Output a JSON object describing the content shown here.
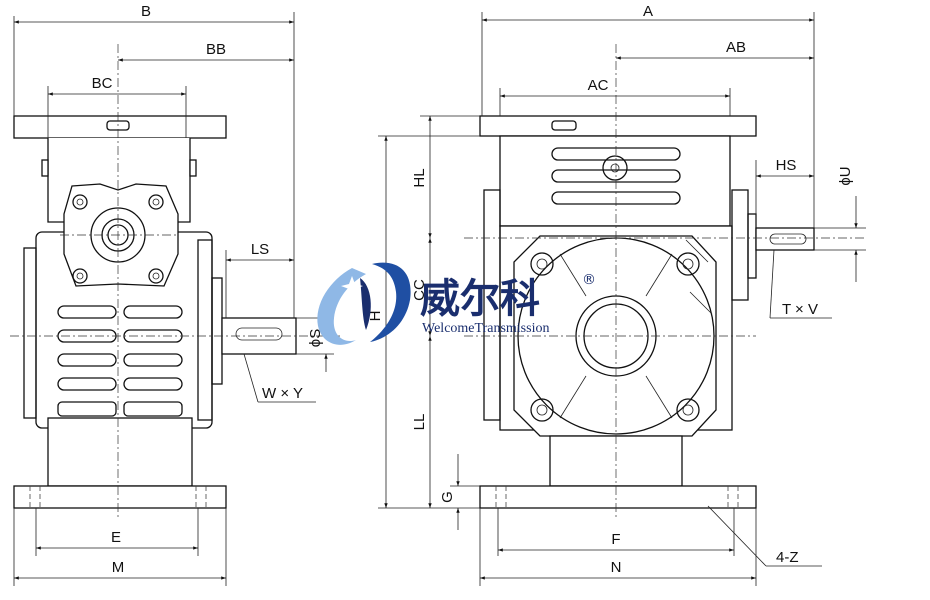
{
  "labels": {
    "B": "B",
    "BB": "BB",
    "BC": "BC",
    "LS": "LS",
    "S": "ϕS",
    "H": "H",
    "WY": "W × Y",
    "E": "E",
    "M": "M",
    "A": "A",
    "AB": "AB",
    "AC": "AC",
    "HL": "HL",
    "CC": "CC",
    "LL": "LL",
    "G": "G",
    "HS": "HS",
    "U": "ϕU",
    "TV": "T × V",
    "F": "F",
    "N": "N",
    "Z": "4-Z"
  },
  "logo": {
    "chinese": "威尔科",
    "english": "WelcomeTransmission",
    "registered": "®",
    "colors": {
      "blue": "#1f4fa3",
      "navy": "#1a2e6e",
      "light": "#8fb8e6"
    }
  }
}
